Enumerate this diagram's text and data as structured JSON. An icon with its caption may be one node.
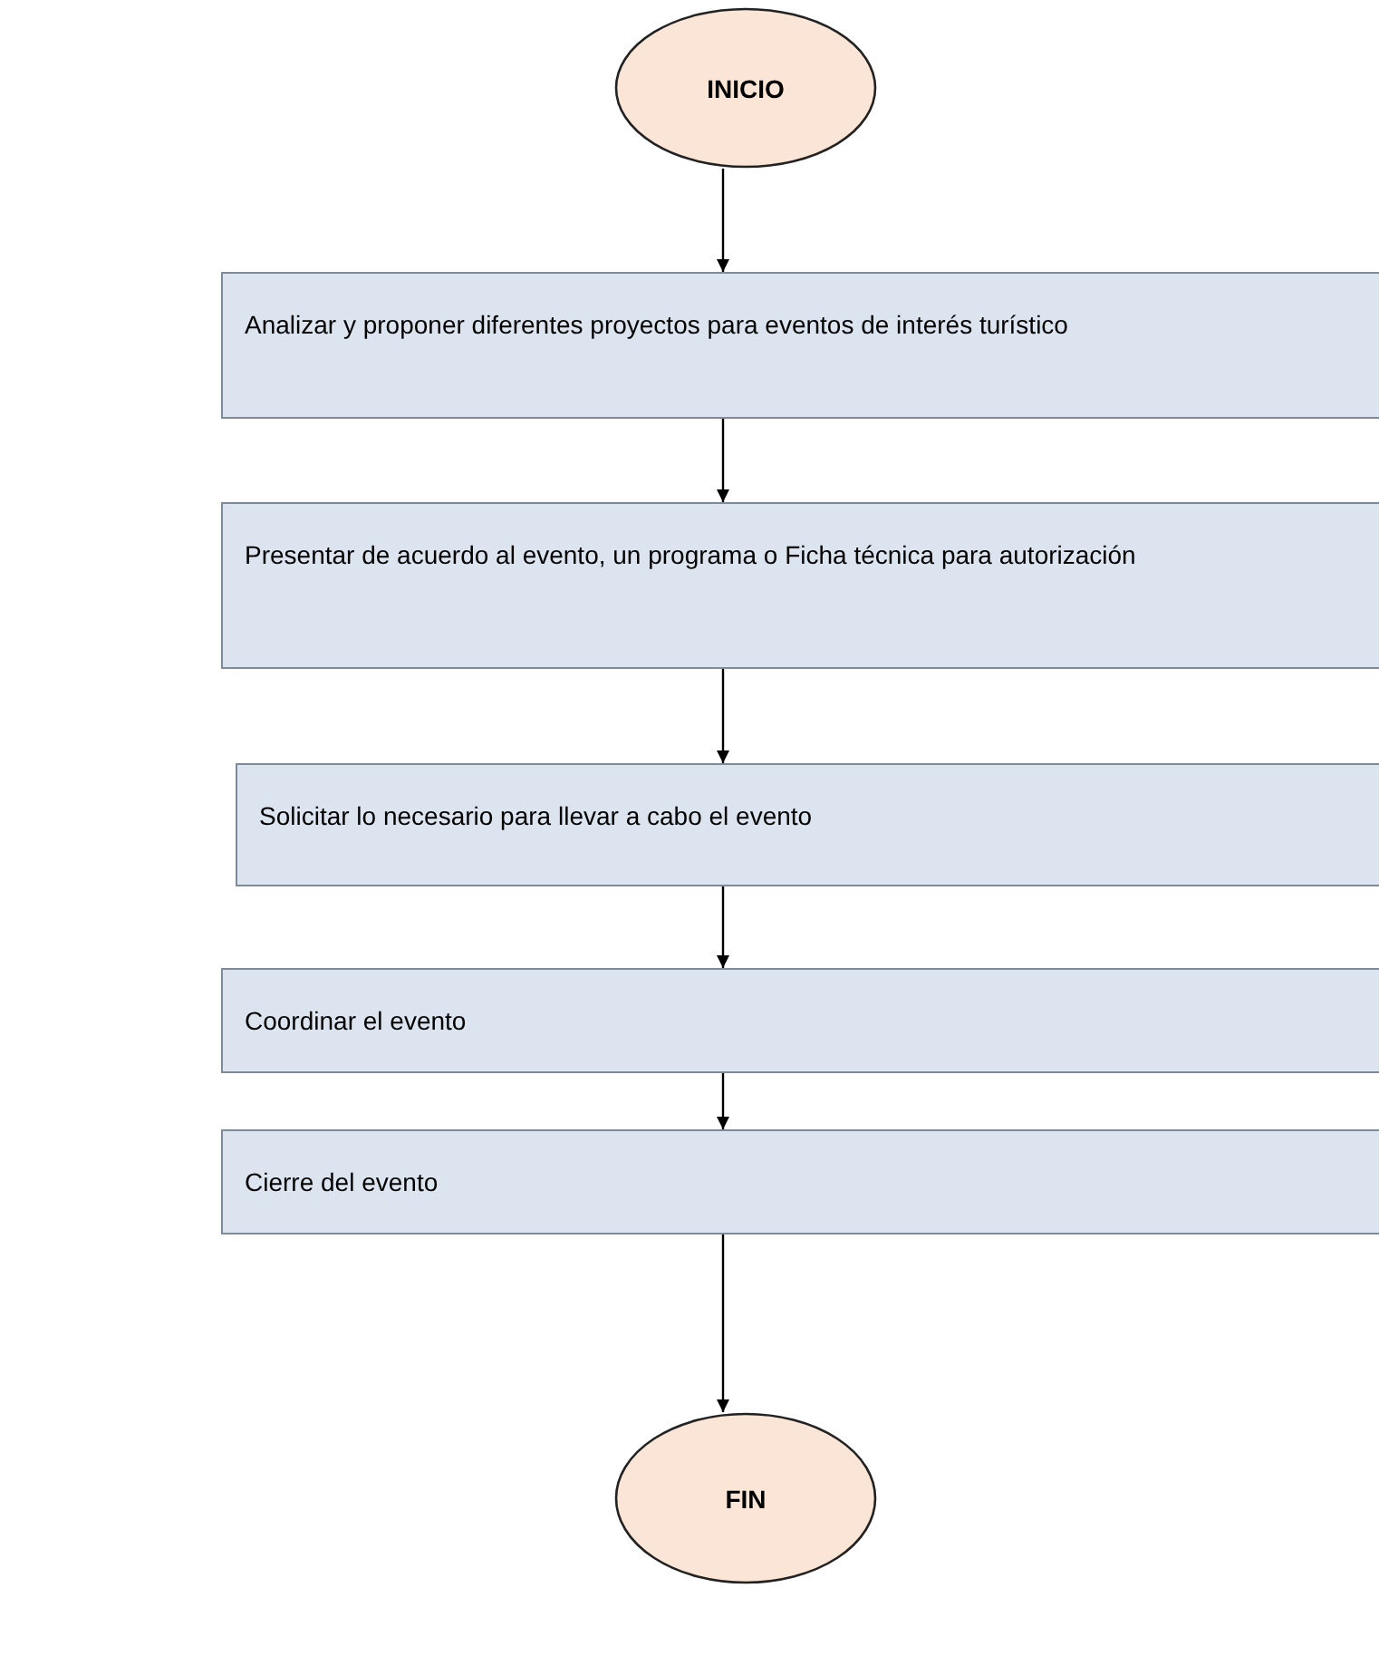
{
  "diagram": {
    "nodes": [
      {
        "text": [
          "INICIO"
        ]
      },
      {
        "text": [
          "Analizar y proponer diferentes proyectos para eventos de interés turístico"
        ]
      },
      {
        "text": [
          "Presentar de acuerdo al evento, un programa o Ficha técnica para autorización"
        ]
      },
      {
        "text": [
          "Solicitar lo necesario para llevar a cabo el evento"
        ]
      },
      {
        "text": [
          "Coordinar el evento"
        ]
      },
      {
        "text": [
          "Cierre del evento"
        ]
      },
      {
        "text": [
          "FIN"
        ]
      }
    ],
    "edges": [
      {
        "from": 0,
        "to": 1,
        "arrow": "to"
      },
      {
        "from": 1,
        "to": 2,
        "arrow": "to"
      },
      {
        "from": 2,
        "to": 3,
        "arrow": "to"
      },
      {
        "from": 3,
        "to": 4,
        "arrow": "to"
      },
      {
        "from": 4,
        "to": 5,
        "arrow": "to"
      },
      {
        "from": 5,
        "to": 6,
        "arrow": "to"
      }
    ]
  }
}
